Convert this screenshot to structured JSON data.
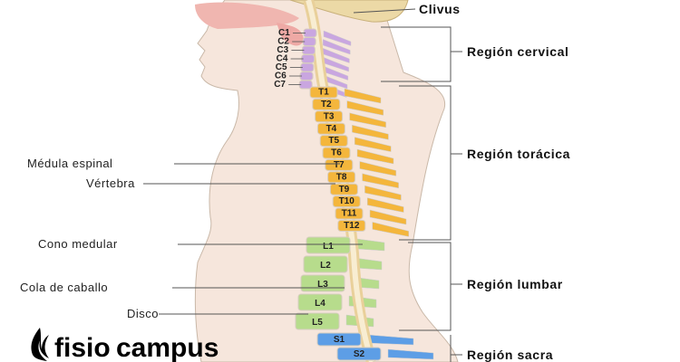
{
  "labels": {
    "clivus": "Clivus",
    "medula": "Médula espinal",
    "vertebra": "Vértebra",
    "cono": "Cono medular",
    "cola": "Cola de caballo",
    "disco": "Disco"
  },
  "regions": {
    "cervical": "Región cervical",
    "toracica": "Región torácica",
    "lumbar": "Región lumbar",
    "sacra": "Región sacra"
  },
  "vertebrae": {
    "cervical": [
      "C1",
      "C2",
      "C3",
      "C4",
      "C5",
      "C6",
      "C7"
    ],
    "thoracic": [
      "T1",
      "T2",
      "T3",
      "T4",
      "T5",
      "T6",
      "T7",
      "T8",
      "T9",
      "T10",
      "T11",
      "T12"
    ],
    "lumbar": [
      "L1",
      "L2",
      "L3",
      "L4",
      "L5"
    ],
    "sacral": [
      "S1",
      "S2"
    ]
  },
  "colors": {
    "cervical": "#c9a6e0",
    "thoracic": "#f4b63c",
    "lumbar": "#b7dc8c",
    "sacral": "#5d9ee6",
    "skin": "#f6e6dc",
    "cord": "#f3e2b8"
  },
  "logo": {
    "line1": "fisio",
    "line2": "campus"
  }
}
